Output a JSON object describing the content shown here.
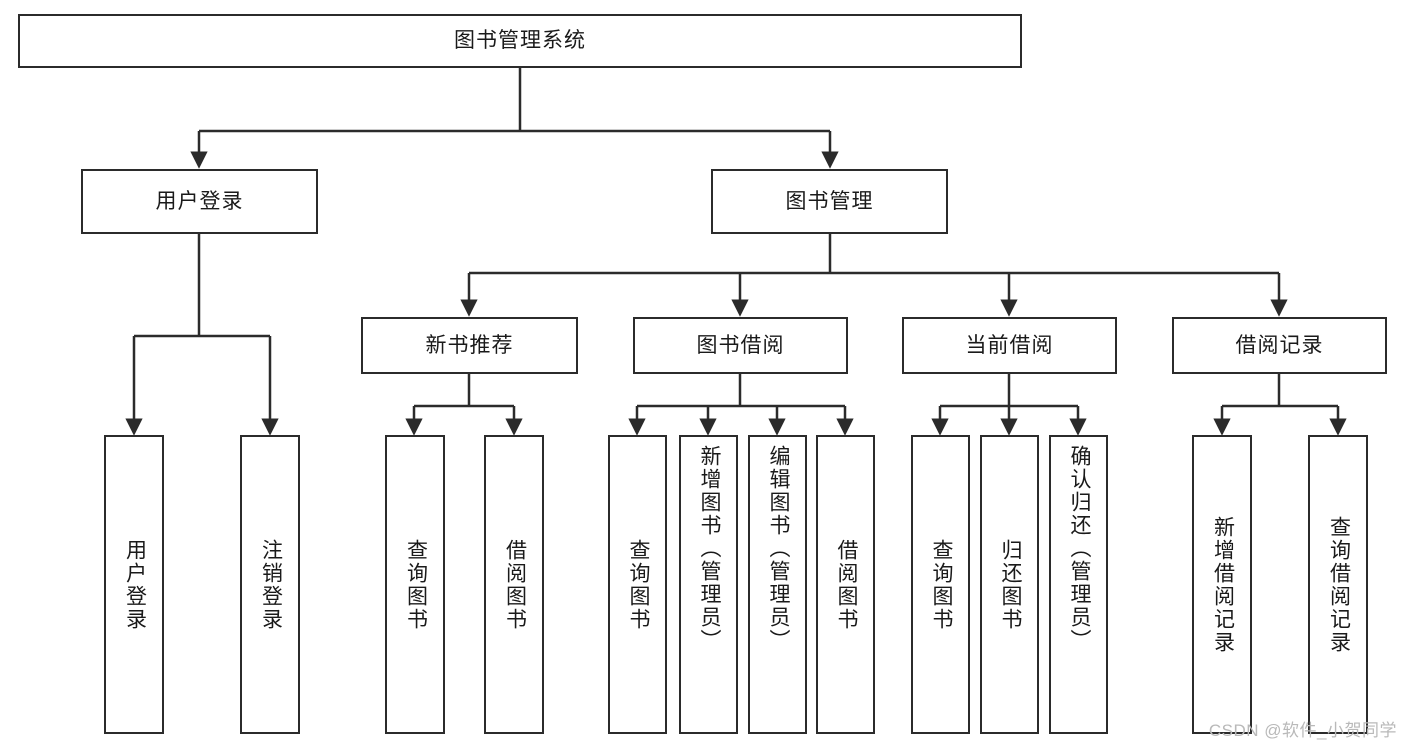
{
  "diagram": {
    "title": "图书管理系统",
    "type": "hierarchy-tree",
    "watermark": "CSDN @软件_小贺同学",
    "colors": {
      "box_border": "#2b2b2b",
      "box_fill": "#ffffff",
      "connector": "#2b2b2b",
      "text": "#1a1a1a",
      "watermark": "#b9b9b9"
    },
    "root": {
      "label": "图书管理系统"
    },
    "level2": [
      {
        "label": "用户登录"
      },
      {
        "label": "图书管理"
      }
    ],
    "level3": [
      {
        "label": "新书推荐"
      },
      {
        "label": "图书借阅"
      },
      {
        "label": "当前借阅"
      },
      {
        "label": "借阅记录"
      }
    ],
    "leaves": {
      "user_login": [
        {
          "label": "用户登录"
        },
        {
          "label": "注销登录"
        }
      ],
      "new_book_recommend": [
        {
          "label": "查询图书"
        },
        {
          "label": "借阅图书"
        }
      ],
      "book_borrow": [
        {
          "label": "查询图书"
        },
        {
          "label": "新增图书（管理员）"
        },
        {
          "label": "编辑图书（管理员）"
        },
        {
          "label": "借阅图书"
        }
      ],
      "current_borrow": [
        {
          "label": "查询图书"
        },
        {
          "label": "归还图书"
        },
        {
          "label": "确认归还（管理员）"
        }
      ],
      "borrow_record": [
        {
          "label": "新增借阅记录"
        },
        {
          "label": "查询借阅记录"
        }
      ]
    }
  }
}
